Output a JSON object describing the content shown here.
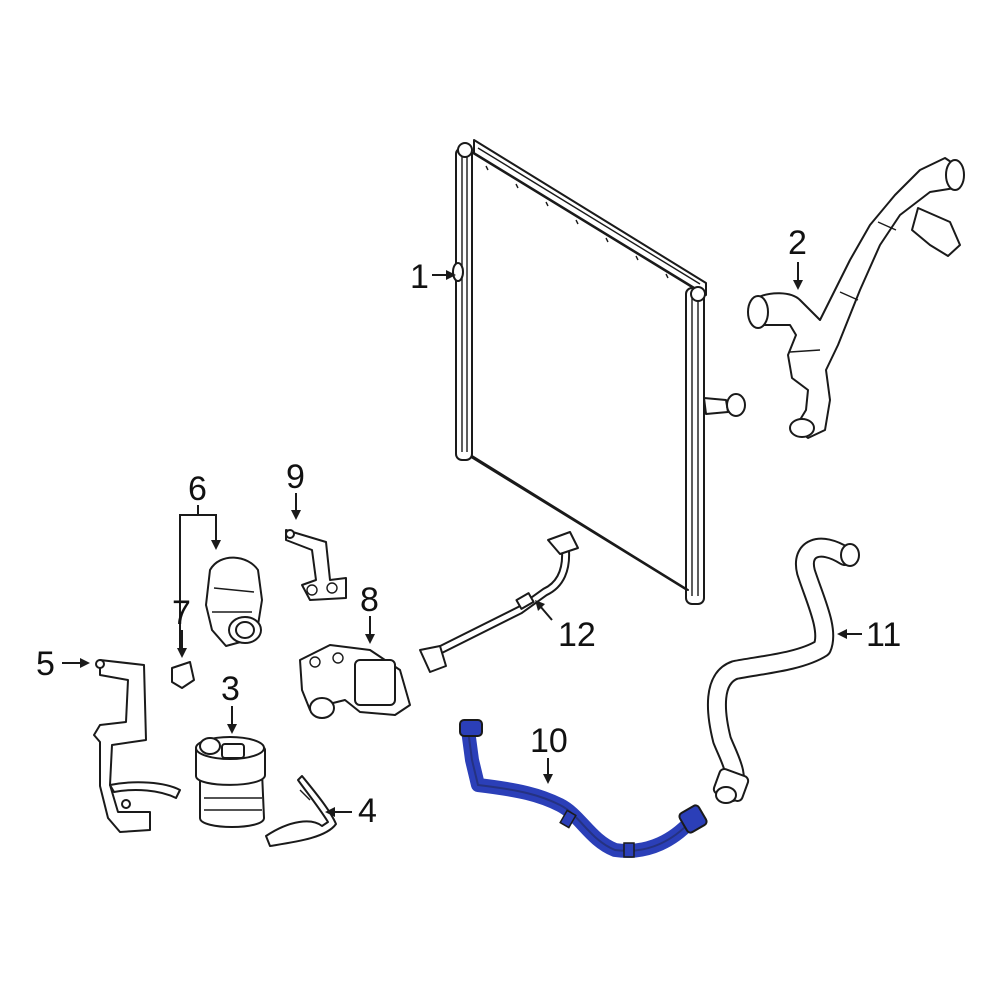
{
  "diagram": {
    "highlight_color": "#2b3fb8",
    "highlighted_part": "10",
    "parts": [
      {
        "id": "p1",
        "callout": "1",
        "name": "radiator"
      },
      {
        "id": "p2",
        "callout": "2",
        "name": "upper-radiator-hose"
      },
      {
        "id": "p3",
        "callout": "3",
        "name": "auxiliary-water-pump"
      },
      {
        "id": "p4",
        "callout": "4",
        "name": "pump-clamp"
      },
      {
        "id": "p5",
        "callout": "5",
        "name": "pump-bracket"
      },
      {
        "id": "p6",
        "callout": "6",
        "name": "pump-hose"
      },
      {
        "id": "p7",
        "callout": "7",
        "name": "hose-clip"
      },
      {
        "id": "p8",
        "callout": "8",
        "name": "coolant-valve"
      },
      {
        "id": "p9",
        "callout": "9",
        "name": "valve-bracket"
      },
      {
        "id": "p10",
        "callout": "10",
        "name": "lower-radiator-hose"
      },
      {
        "id": "p11",
        "callout": "11",
        "name": "coolant-hose"
      },
      {
        "id": "p12",
        "callout": "12",
        "name": "coolant-pipe"
      }
    ]
  }
}
